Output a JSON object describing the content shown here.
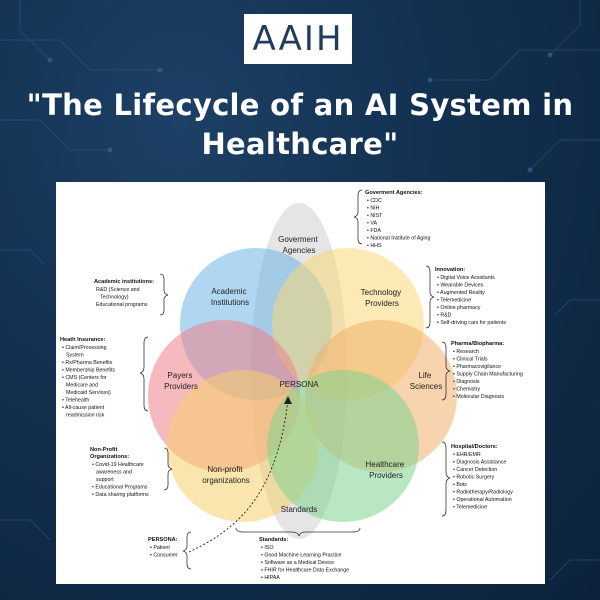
{
  "brand": {
    "logo_text": "AAIH"
  },
  "title": {
    "line1": "\"The Lifecycle of an AI System in",
    "line2": "Healthcare\""
  },
  "diagram": {
    "circles": [
      {
        "name": "government",
        "label": [
          "Goverment",
          "Agencies"
        ],
        "color": "#dcdcdc"
      },
      {
        "name": "academic",
        "label": [
          "Academic",
          "Institutions"
        ],
        "color": "#6fb6e6"
      },
      {
        "name": "technology",
        "label": [
          "Technology",
          "Providers"
        ],
        "color": "#f7d87a"
      },
      {
        "name": "payers",
        "label": [
          "Payers",
          "Providers"
        ],
        "color": "#ef7f86"
      },
      {
        "name": "life-sciences",
        "label": [
          "Life",
          "Sciences"
        ],
        "color": "#f0b06a"
      },
      {
        "name": "nonprofit",
        "label": [
          "Non-profit",
          "organizations"
        ],
        "color": "#f6cf6e"
      },
      {
        "name": "healthcare",
        "label": [
          "Healthcare",
          "Providers"
        ],
        "color": "#7fd38f"
      }
    ],
    "center_label": "PERSONA",
    "standards_label": "Standards"
  },
  "notes": {
    "government": {
      "header": "Goverment Agencies:",
      "items": [
        "CDC",
        "NIH",
        "NIST",
        "VA",
        "FDA",
        "National Institute of Aging",
        "HHS"
      ]
    },
    "innovation": {
      "header": "Innovation:",
      "items": [
        "Digital Voice Assistants",
        "Wearable Devices",
        "Augmented Reality",
        "Telemedicine",
        "Online pharmacy",
        "R&D",
        "Self-driving cars for patients"
      ]
    },
    "academic": {
      "header": "Academic institutions:",
      "items": [
        "R&D (Science and",
        "Technology)",
        "Educational programs"
      ]
    },
    "insurance": {
      "header": "Heath Insurance:",
      "items": [
        "Claim/Processing",
        "System",
        "Rx/Pharma Benefits",
        "Membership Benefits",
        "CMS (Centers for",
        "Medicare and",
        "Medicaid Services)",
        "Telehealth",
        "All-cause patient",
        "readmission risk"
      ]
    },
    "pharma": {
      "header": "Pharma/Biopharma:",
      "items": [
        "Research",
        "Clinical Trials",
        "Pharmacovigilance",
        "Supply Chain Manufacturing",
        "Diagnosis",
        "Chemistry",
        "Molecular Diagnosis"
      ]
    },
    "nonprofit": {
      "header": "Non-Profit",
      "header2": "Organizations:",
      "items": [
        "Covid-19 Healthcare",
        "awareness and",
        "support",
        "Educational Programs",
        "Data sharing platforms"
      ]
    },
    "hospital": {
      "header": "Hospital/Doctors:",
      "items": [
        "EHR/EMR",
        "Diagnosis Assistance",
        "Cancer Detection",
        "Robotic Surgery",
        "Bots",
        "Radiotherapy/Radiology",
        "Operational Automation",
        "Telemedicine"
      ]
    },
    "persona": {
      "header": "PERSONA:",
      "items": [
        "Patient",
        "Consumer"
      ]
    },
    "standards": {
      "header": "Standards:",
      "items": [
        "ISO",
        "Good Machine Learning Practice",
        "Software as a Medical Device",
        "FHIR for Healthcare Data Exchange",
        "HIPAA"
      ]
    }
  }
}
